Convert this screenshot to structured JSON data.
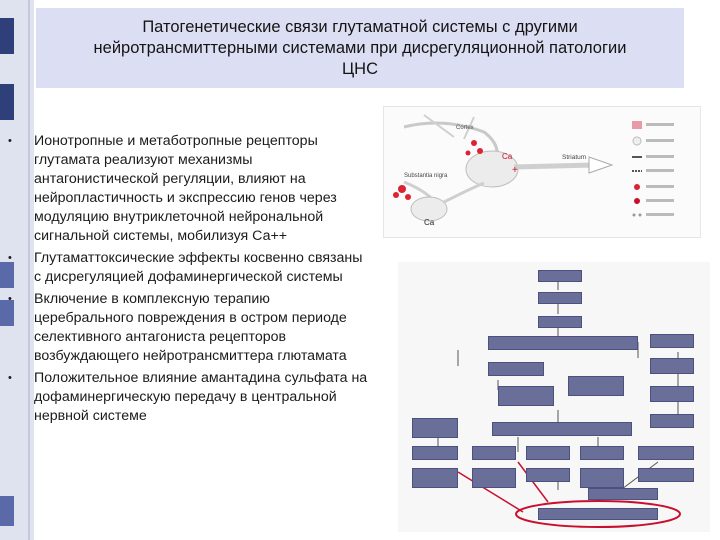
{
  "title": "Патогенетические связи глутаматной системы с другими нейротрансмиттерными системами при дисрегуляционной патологии ЦНС",
  "bullets": [
    "Ионотропные и метаботропные рецепторы глутамата реализуют механизмы антагонистической регуляции, влияют на нейропластичность и экспрессию генов через модуляцию внутриклеточной нейрональной сигнальной системы, мобилизуя Са++",
    "Глутаматтоксические эффекты косвенно связаны с дисрегуляцией дофаминергической системы",
    "Включение в комплексную терапию церебрального повреждения в остром периоде  селективного антагониста рецепторов возбуждающего нейротрансмиттера глютамата",
    "Положительное влияние амантадина сульфата на дофаминергическую передачу в центральной нервной системе"
  ],
  "bullet_symbol": "•",
  "figure1": {
    "labels": {
      "cortex": "Cortex",
      "striatum": "Striatum",
      "substantia_nigra": "Substantia nigra",
      "ca_top": "Ca",
      "ca_bottom": "Ca",
      "plus": "+"
    }
  },
  "colors": {
    "title_bg": "#dcdff3",
    "box_fill": "#6a6f9a",
    "red_outline": "#c8102e"
  }
}
